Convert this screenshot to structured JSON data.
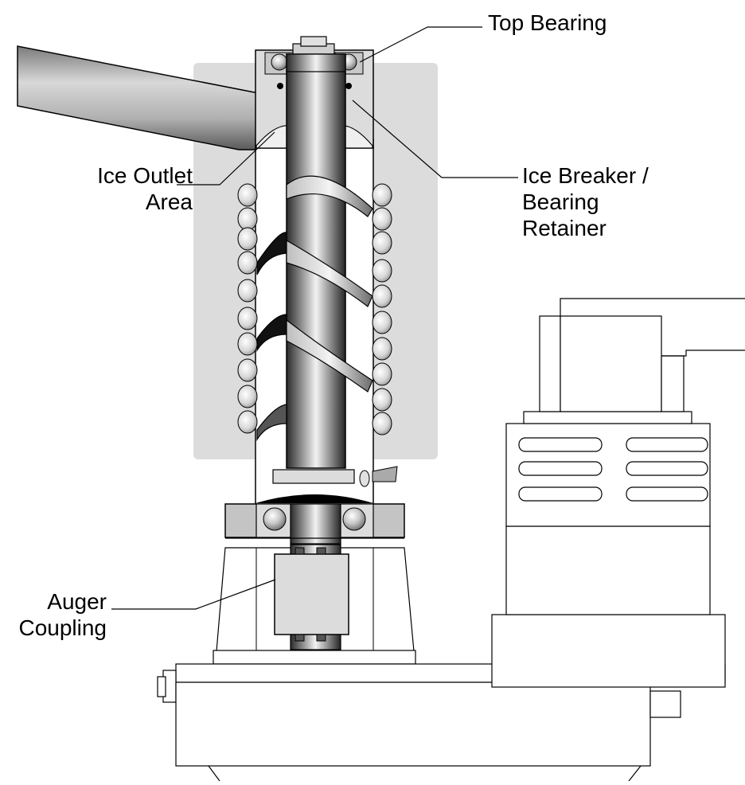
{
  "labels": {
    "top_bearing": "Top Bearing",
    "ice_outlet_line1": "Ice Outlet",
    "ice_outlet_line2": "Area",
    "ice_breaker_line1": "Ice Breaker /",
    "ice_breaker_line2": "Bearing",
    "ice_breaker_line3": "Retainer",
    "auger_coupling_line1": "Auger",
    "auger_coupling_line2": "Coupling"
  }
}
